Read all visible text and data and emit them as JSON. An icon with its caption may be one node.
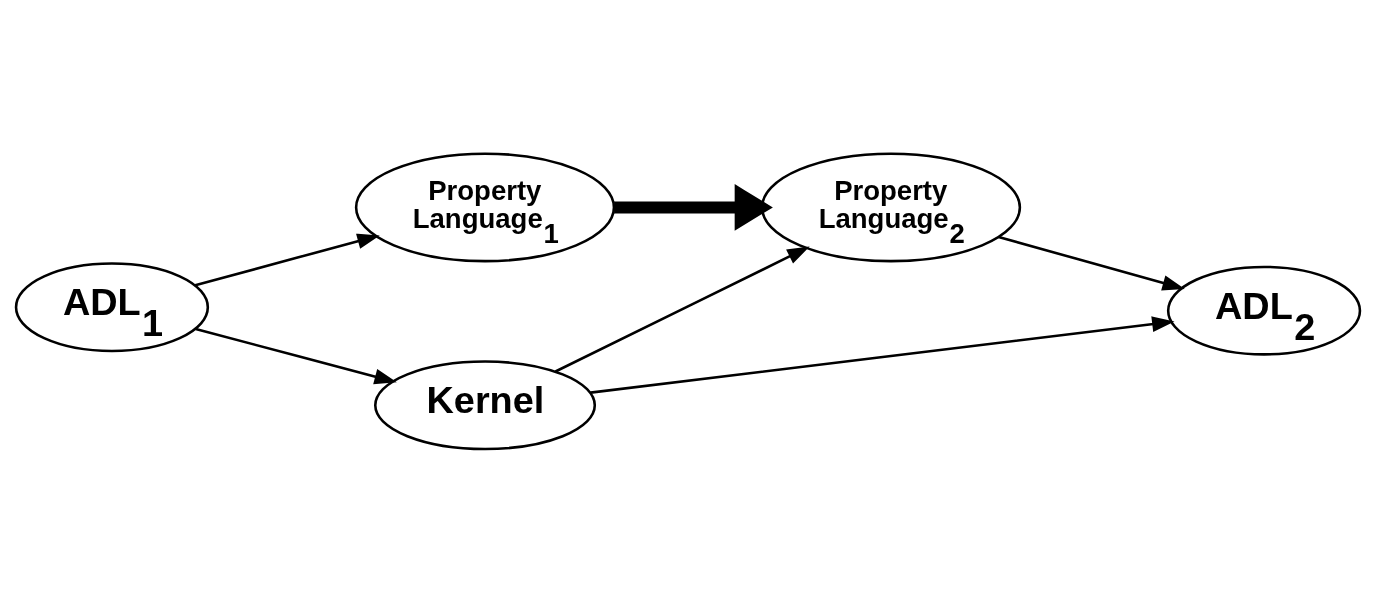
{
  "diagram": {
    "nodes": [
      {
        "text": [
          "ADL$_{1}$"
        ]
      },
      {
        "text": [
          "Property Language$_{1}$"
        ]
      },
      {
        "text": [
          "Kernel"
        ]
      },
      {
        "text": [
          "Property Language$_{2}$"
        ]
      },
      {
        "text": [
          "ADL$_{2}$"
        ]
      }
    ],
    "edges": [
      {
        "from": 0,
        "to": 1,
        "arrow": "to"
      },
      {
        "from": 0,
        "to": 2,
        "arrow": "to"
      },
      {
        "from": 1,
        "to": 3,
        "arrow": "to",
        "style": "thick"
      },
      {
        "from": 2,
        "to": 3,
        "arrow": "to"
      },
      {
        "from": 3,
        "to": 4,
        "arrow": "to"
      },
      {
        "from": 2,
        "to": 4,
        "arrow": "to"
      }
    ]
  }
}
